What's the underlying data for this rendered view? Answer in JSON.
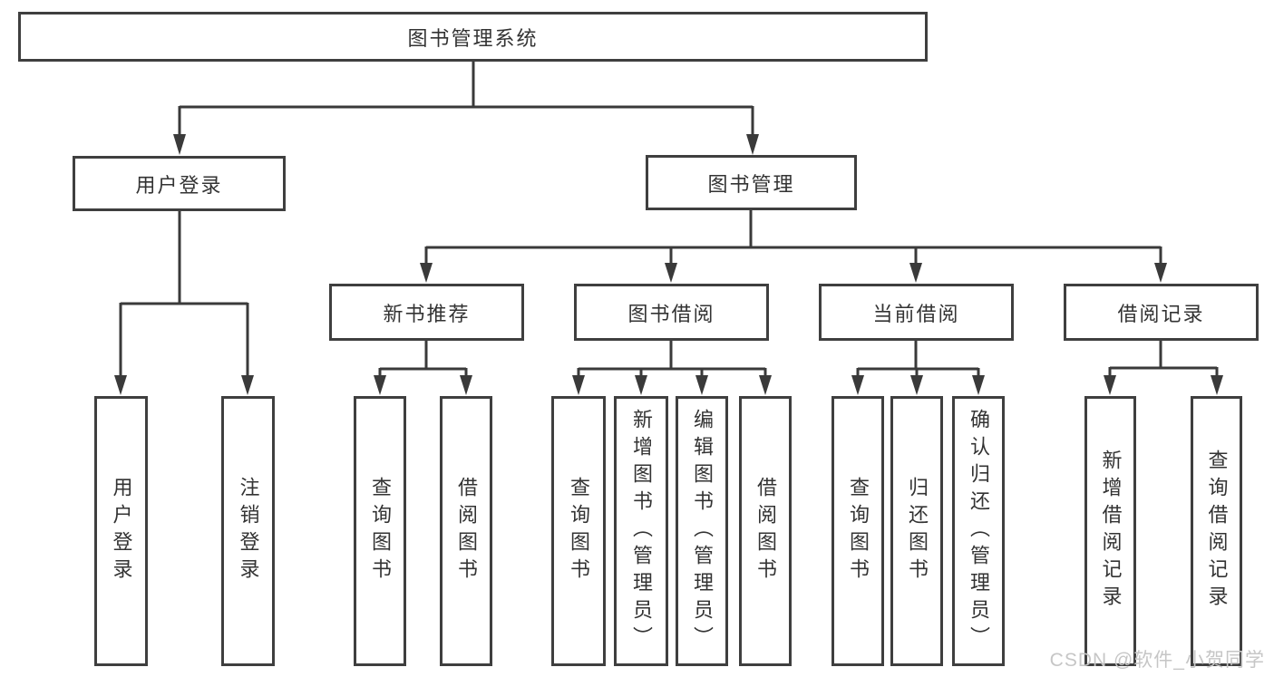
{
  "watermark": "CSDN @软件_小贺同学",
  "colors": {
    "background": "#ffffff",
    "box_fill": "#ffffff",
    "box_border": "#3f3f3f",
    "line": "#3a3a3a",
    "text": "#333333",
    "watermark": "#c6c6c6"
  },
  "tree": {
    "root": {
      "label": "图书管理系统"
    },
    "branches": [
      {
        "label": "用户登录",
        "children": [
          {
            "label": "用户登录"
          },
          {
            "label": "注销登录"
          }
        ]
      },
      {
        "label": "图书管理",
        "children": [
          {
            "label": "新书推荐",
            "children": [
              {
                "label": "查询图书"
              },
              {
                "label": "借阅图书"
              }
            ]
          },
          {
            "label": "图书借阅",
            "children": [
              {
                "label": "查询图书"
              },
              {
                "label": "新增图书（管理员）"
              },
              {
                "label": "编辑图书（管理员）"
              },
              {
                "label": "借阅图书"
              }
            ]
          },
          {
            "label": "当前借阅",
            "children": [
              {
                "label": "查询图书"
              },
              {
                "label": "归还图书"
              },
              {
                "label": "确认归还（管理员）"
              }
            ]
          },
          {
            "label": "借阅记录",
            "children": [
              {
                "label": "新增借阅记录"
              },
              {
                "label": "查询借阅记录"
              }
            ]
          }
        ]
      }
    ]
  }
}
